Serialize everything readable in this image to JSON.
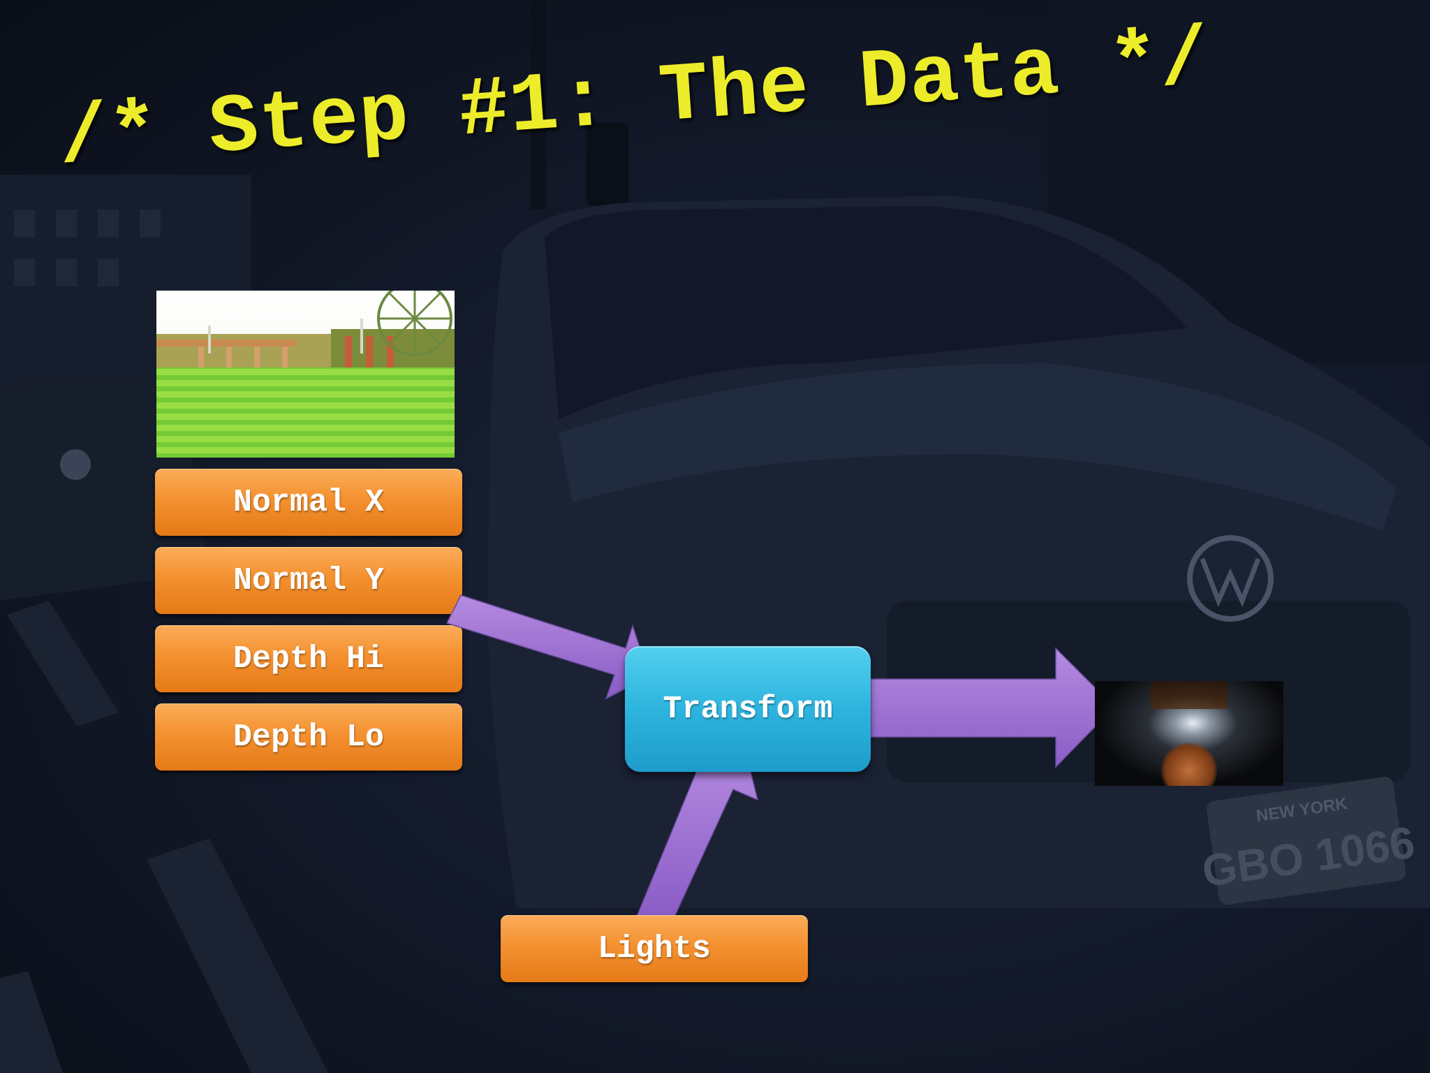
{
  "slide": {
    "title": "/* Step #1: The Data */"
  },
  "diagram": {
    "data_boxes": [
      "Normal X",
      "Normal Y",
      "Depth Hi",
      "Depth Lo"
    ],
    "transform_label": "Transform",
    "lights_label": "Lights"
  },
  "background": {
    "plate_text": "GBO 1066",
    "plate_state": "NEW YORK"
  },
  "colors": {
    "title": "#ecec2a",
    "box_orange": "#f49130",
    "box_blue": "#2db4de",
    "arrow_purple": "#9b6fd0"
  },
  "icons": {
    "thumbnail": "gbuffer-normals-thumbnail",
    "output": "lit-scene-output-thumbnail"
  }
}
